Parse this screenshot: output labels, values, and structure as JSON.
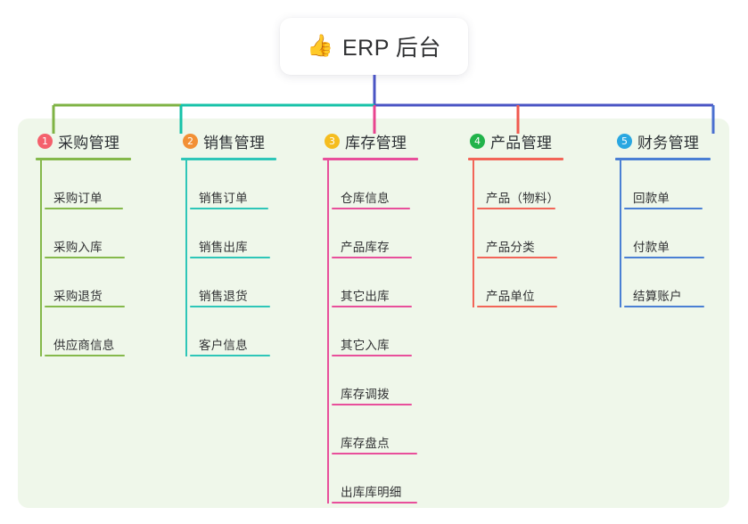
{
  "page": {
    "background": "#ffffff",
    "panel_color": "#eff7ea"
  },
  "root": {
    "emoji": "👍",
    "emoji_name": "thumbs-up-icon",
    "title": "ERP 后台",
    "stem_color": "#4a54c4"
  },
  "connector": {
    "segments": [
      {
        "color": "#7fb344"
      },
      {
        "color": "#17c2a8"
      },
      {
        "color": "#4a54c4"
      }
    ]
  },
  "columns": [
    {
      "index": "1",
      "title": "采购管理",
      "badge_color": "#f4606c",
      "accent": "#85b94b",
      "drop_color": "#7fb344",
      "items": [
        {
          "label": "采购订单"
        },
        {
          "label": "采购入库"
        },
        {
          "label": "采购退货"
        },
        {
          "label": "供应商信息"
        }
      ]
    },
    {
      "index": "2",
      "title": "销售管理",
      "badge_color": "#f29035",
      "accent": "#2ec6b8",
      "drop_color": "#17c2a8",
      "items": [
        {
          "label": "销售订单"
        },
        {
          "label": "销售出库"
        },
        {
          "label": "销售退货"
        },
        {
          "label": "客户信息"
        }
      ]
    },
    {
      "index": "3",
      "title": "库存管理",
      "badge_color": "#f5bd1f",
      "accent": "#e84f9b",
      "drop_color": "#e8448f",
      "items": [
        {
          "label": "仓库信息"
        },
        {
          "label": "产品库存"
        },
        {
          "label": "其它出库"
        },
        {
          "label": "其它入库"
        },
        {
          "label": "库存调拨"
        },
        {
          "label": "库存盘点"
        },
        {
          "label": "出库库明细"
        }
      ]
    },
    {
      "index": "4",
      "title": "产品管理",
      "badge_color": "#21b34a",
      "accent": "#f26558",
      "drop_color": "#f05a4f",
      "items": [
        {
          "label": "产品（物料）"
        },
        {
          "label": "产品分类"
        },
        {
          "label": "产品单位"
        }
      ]
    },
    {
      "index": "5",
      "title": "财务管理",
      "badge_color": "#29a7e1",
      "accent": "#4a7fd4",
      "drop_color": "#4a6fd0",
      "items": [
        {
          "label": "回款单"
        },
        {
          "label": "付款单"
        },
        {
          "label": "结算账户"
        }
      ]
    }
  ]
}
